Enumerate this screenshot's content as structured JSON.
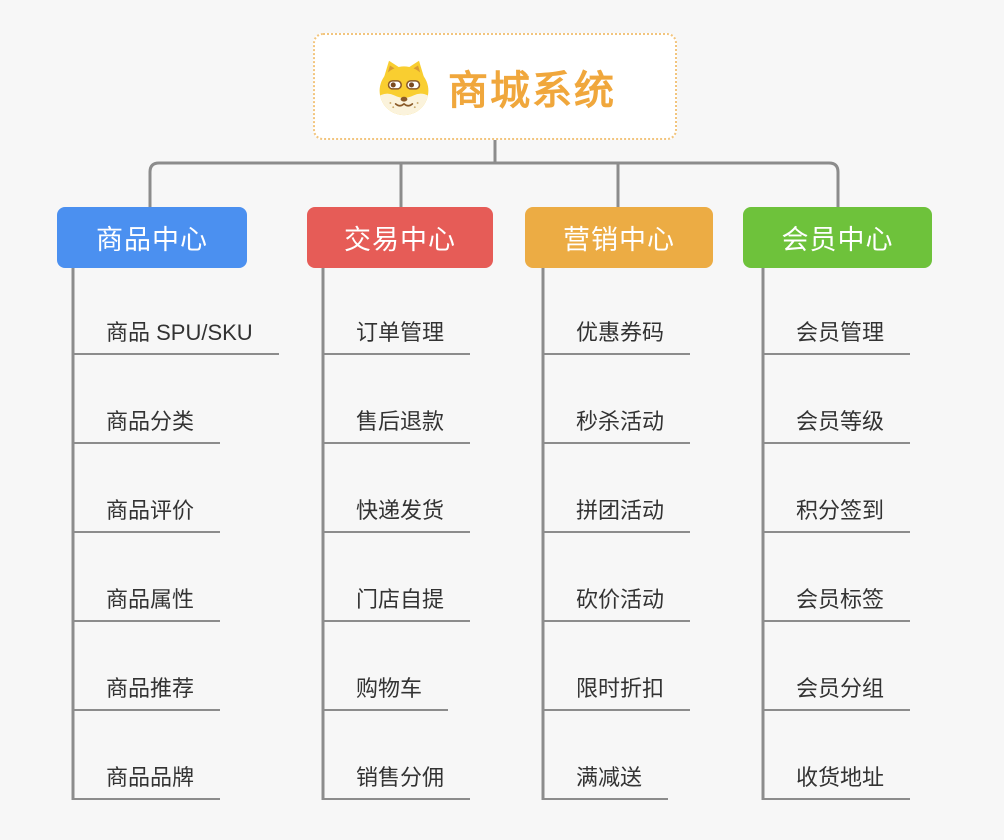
{
  "root": {
    "title": "商城系统",
    "icon": "shiba-dog-icon"
  },
  "branches": [
    {
      "label": "商品中心",
      "color": "#4b90f0",
      "items": [
        "商品 SPU/SKU",
        "商品分类",
        "商品评价",
        "商品属性",
        "商品推荐",
        "商品品牌"
      ]
    },
    {
      "label": "交易中心",
      "color": "#e65c57",
      "items": [
        "订单管理",
        "售后退款",
        "快递发货",
        "门店自提",
        "购物车",
        "销售分佣"
      ]
    },
    {
      "label": "营销中心",
      "color": "#ecac44",
      "items": [
        "优惠券码",
        "秒杀活动",
        "拼团活动",
        "砍价活动",
        "限时折扣",
        "满减送"
      ]
    },
    {
      "label": "会员中心",
      "color": "#6ec23b",
      "items": [
        "会员管理",
        "会员等级",
        "积分签到",
        "会员标签",
        "会员分组",
        "收货地址"
      ]
    }
  ],
  "colors": {
    "background": "#f7f7f7",
    "connector": "#8c8c8c",
    "root_text": "#f0a73c",
    "root_border": "#f2c57e",
    "leaf_text": "#333333",
    "leaf_underline": "#8c8c8c"
  }
}
